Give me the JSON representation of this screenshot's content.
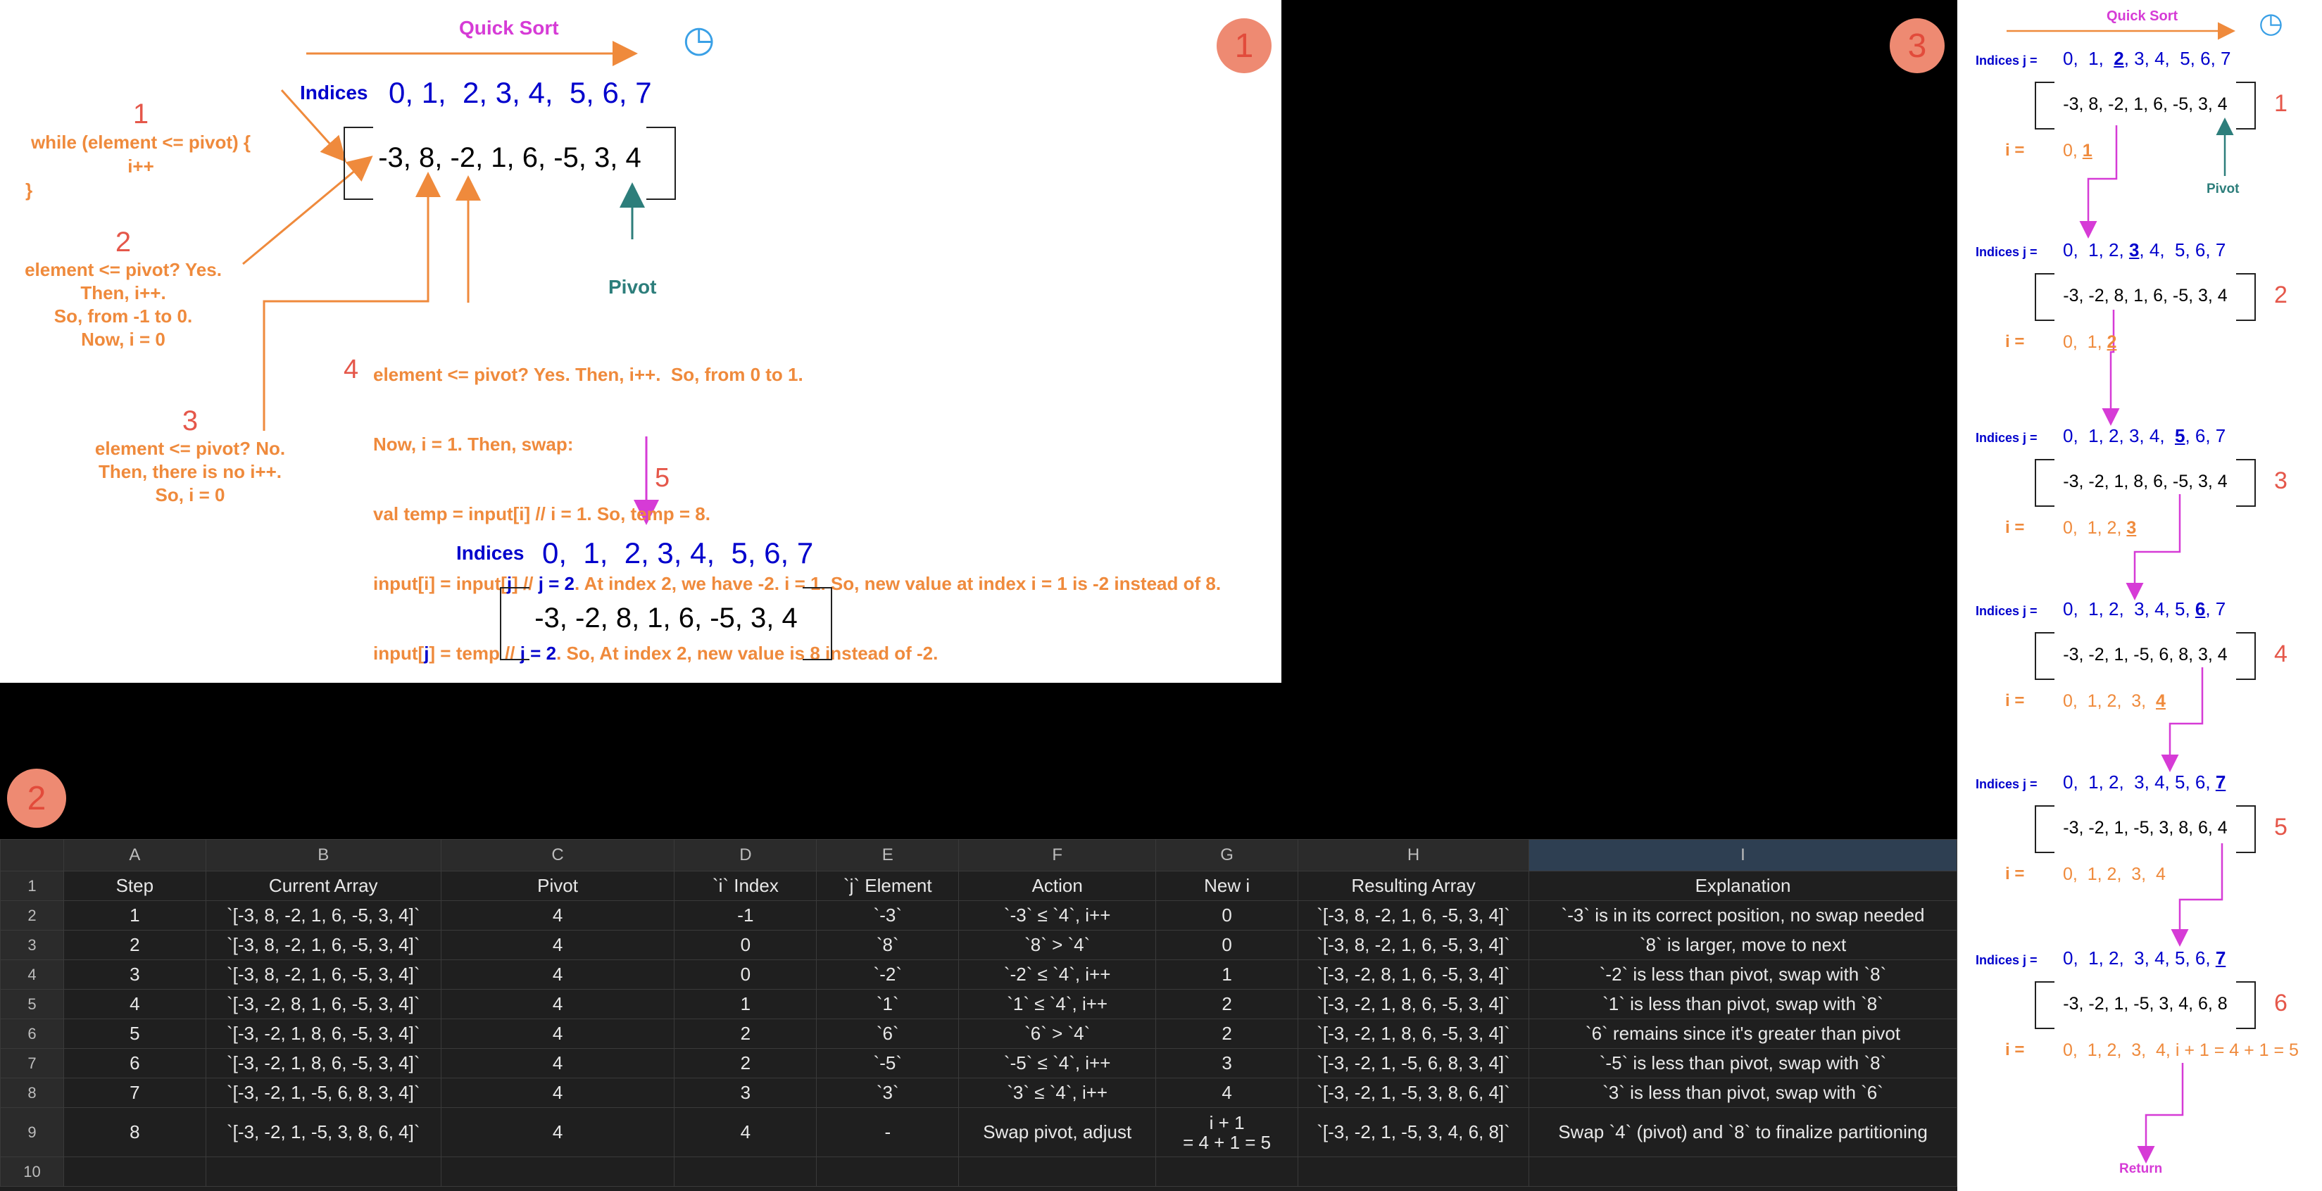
{
  "panel1": {
    "badge": "1",
    "title": "Quick Sort",
    "indices_label": "Indices",
    "indices_values": "0, 1,  2, 3, 4,  5, 6, 7",
    "array_top": "-3, 8, -2, 1, 6, -5, 3, 4",
    "pivot_label": "Pivot",
    "note1_num": "1",
    "note1_l1": "while (element <= pivot) {",
    "note1_l2": "i++",
    "note1_l3": "}",
    "note2_num": "2",
    "note2_l1": "element <= pivot? Yes.",
    "note2_l2": "Then, i++.",
    "note2_l3": "So, from -1 to 0.",
    "note2_l4": "Now, i = 0",
    "note3_num": "3",
    "note3_l1": "element <= pivot? No.",
    "note3_l2": "Then, there is no i++.",
    "note3_l3": "So, i = 0",
    "note4_num": "4",
    "note4_l1": "element <= pivot? Yes. Then, i++.  So, from 0 to 1.",
    "note4_l2": "Now, i = 1. Then, swap:",
    "note4_l3": "val temp = input[i] // i = 1. So, temp = 8.",
    "note4_l4a": "input[i] = input[",
    "note4_l4j": "j",
    "note4_l4b": "] // ",
    "note4_l4c": "j = 2",
    "note4_l4d": ". At index 2, we have -2. i = 1. So, new value at index i = 1 is -2 instead of 8.",
    "note4_l5a": "input[",
    "note4_l5j": "j",
    "note4_l5b": "] = temp // ",
    "note4_l5c": "j = 2",
    "note4_l5d": ". So, At index 2, new value is 8 instead of -2.",
    "note5_num": "5",
    "indices_label_bottom": "Indices",
    "indices_values_bottom": "0,  1,  2, 3, 4,  5, 6, 7",
    "array_bottom": "-3, -2, 8, 1, 6, -5, 3, 4"
  },
  "panel2_badge": "2",
  "sheet": {
    "columns": [
      "A",
      "B",
      "C",
      "D",
      "E",
      "F",
      "G",
      "H",
      "I"
    ],
    "row_numbers": [
      "1",
      "2",
      "3",
      "4",
      "5",
      "6",
      "7",
      "8",
      "9",
      "10"
    ],
    "header": [
      "Step",
      "Current Array",
      "Pivot",
      "`i` Index",
      "`j` Element",
      "Action",
      "New i",
      "Resulting Array",
      "Explanation"
    ],
    "rows": [
      [
        "1",
        "`[-3, 8, -2, 1, 6, -5, 3, 4]`",
        "4",
        "-1",
        "`-3`",
        "`-3` ≤ `4`, i++",
        "0",
        "`[-3, 8, -2, 1, 6, -5, 3, 4]`",
        "`-3` is in its correct position, no swap needed"
      ],
      [
        "2",
        "`[-3, 8, -2, 1, 6, -5, 3, 4]`",
        "4",
        "0",
        "`8`",
        "`8` > `4`",
        "0",
        "`[-3, 8, -2, 1, 6, -5, 3, 4]`",
        "`8` is larger, move to next"
      ],
      [
        "3",
        "`[-3, 8, -2, 1, 6, -5, 3, 4]`",
        "4",
        "0",
        "`-2`",
        "`-2` ≤ `4`, i++",
        "1",
        "`[-3, -2, 8, 1, 6, -5, 3, 4]`",
        "`-2` is less than pivot, swap with `8`"
      ],
      [
        "4",
        "`[-3, -2, 8, 1, 6, -5, 3, 4]`",
        "4",
        "1",
        "`1`",
        "`1` ≤ `4`, i++",
        "2",
        "`[-3, -2, 1, 8, 6, -5, 3, 4]`",
        "`1` is less than pivot, swap with `8`"
      ],
      [
        "5",
        "`[-3, -2, 1, 8, 6, -5, 3, 4]`",
        "4",
        "2",
        "`6`",
        "`6` > `4`",
        "2",
        "`[-3, -2, 1, 8, 6, -5, 3, 4]`",
        "`6` remains since it's greater than pivot"
      ],
      [
        "6",
        "`[-3, -2, 1, 8, 6, -5, 3, 4]`",
        "4",
        "2",
        "`-5`",
        "`-5` ≤ `4`, i++",
        "3",
        "`[-3, -2, 1, -5, 6, 8, 3, 4]`",
        "`-5` is less than pivot, swap with `8`"
      ],
      [
        "7",
        "`[-3, -2, 1, -5, 6, 8, 3, 4]`",
        "4",
        "3",
        "`3`",
        "`3` ≤ `4`, i++",
        "4",
        "`[-3, -2, 1, -5, 3, 8, 6, 4]`",
        "`3` is less than pivot, swap with `6`"
      ]
    ],
    "row9": {
      "step": "8",
      "current": "`[-3, -2, 1, -5, 3, 8, 6, 4]`",
      "pivot": "4",
      "i": "4",
      "j": "-",
      "action": "Swap pivot, adjust",
      "newi_l1": "i + 1",
      "newi_l2": "= 4 + 1 = 5",
      "result": "`[-3, -2, 1, -5, 3, 4, 6, 8]`",
      "explanation": "Swap `4` (pivot) and `8` to finalize partitioning"
    }
  },
  "panel3": {
    "badge": "3",
    "title": "Quick Sort",
    "pivot_label": "Pivot",
    "return_label": "Return",
    "indices_label": "Indices j =",
    "i_label": "i =",
    "steps": [
      {
        "num": "1",
        "idx_pre": "0,  1,  ",
        "idx_u": "2",
        "idx_post": ", 3, 4,  5, 6, 7",
        "array": "-3, 8, -2, 1, 6, -5, 3, 4",
        "i_pre": "0, ",
        "i_u": "1"
      },
      {
        "num": "2",
        "idx_pre": "0,  1, 2, ",
        "idx_u": "3",
        "idx_post": ", 4,  5, 6, 7",
        "array": "-3, -2, 8, 1, 6, -5, 3, 4",
        "i_pre": "0,  1, ",
        "i_u": "2"
      },
      {
        "num": "3",
        "idx_pre": "0,  1, 2, 3, 4,  ",
        "idx_u": "5",
        "idx_post": ", 6, 7",
        "array": "-3, -2, 1, 8, 6, -5, 3, 4",
        "i_pre": "0,  1, 2, ",
        "i_u": "3"
      },
      {
        "num": "4",
        "idx_pre": "0,  1, 2,  3, 4, 5, ",
        "idx_u": "6",
        "idx_post": ", 7",
        "array": "-3, -2, 1, -5, 6, 8, 3, 4",
        "i_pre": "0,  1, 2,  3,  ",
        "i_u": "4"
      },
      {
        "num": "5",
        "idx_pre": "0,  1, 2,  3, 4, 5, 6, ",
        "idx_u": "7",
        "idx_post": "",
        "array": "-3, -2, 1, -5, 3, 8, 6, 4",
        "i_pre": "0,  1, 2,  3,  4",
        "i_u": ""
      },
      {
        "num": "6",
        "idx_pre": "0,  1, 2,  3, 4, 5, 6, ",
        "idx_u": "7",
        "idx_post": "",
        "array": "-3, -2, 1, -5, 3, 4, 6, 8",
        "i_pre": "0,  1, 2,  3,  4, i + 1 = 4 + 1 = 5",
        "i_u": ""
      }
    ]
  }
}
